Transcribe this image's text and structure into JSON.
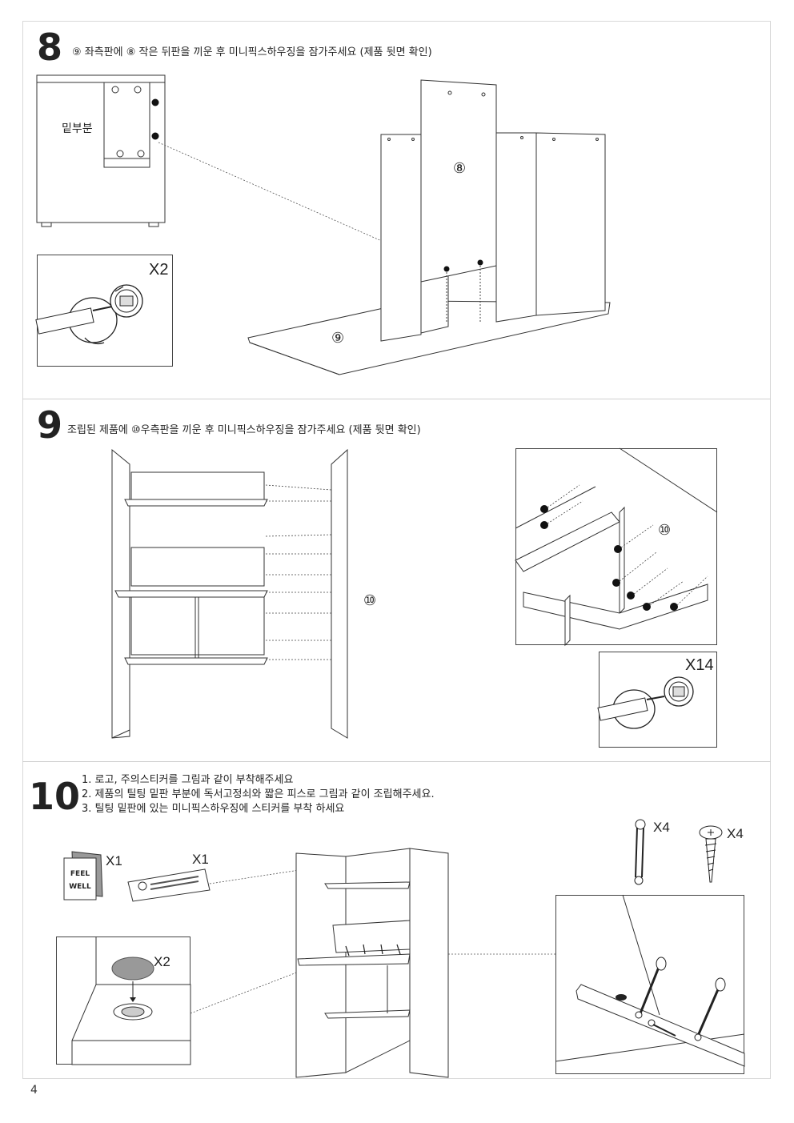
{
  "steps": [
    {
      "number": "8",
      "instruction": "⑨ 좌측판에 ⑧ 작은 뒤판을 끼운 후 미니픽스하우징을 잠가주세요 (제품 뒷면 확인)",
      "detail_label": "밑부분",
      "count": "X2",
      "part_a": "⑧",
      "part_b": "⑨"
    },
    {
      "number": "9",
      "instruction": "조립된 제품에 ⑩우측판을 끼운 후 미니픽스하우징을 잠가주세요 (제품 뒷면 확인)",
      "part_label": "⑩",
      "detail_part": "⑩",
      "count": "X14"
    },
    {
      "number": "10",
      "lines": [
        "1. 로고, 주의스티커를 그림과 같이 부착해주세요",
        "2. 제품의 틸팅 밑판 부분에 독서고정쇠와 짧은 피스로 그림과 같이 조립해주세요.",
        "3. 틸팅 밑판에 있는 미니픽스하우징에 스티커를 부착 하세요"
      ],
      "logo_count": "X1",
      "sticker_count": "X1",
      "cap_count": "X2",
      "bracket_count": "X4",
      "screw_count": "X4",
      "logo_text": "FEEL WELL"
    }
  ],
  "page_number": "4"
}
